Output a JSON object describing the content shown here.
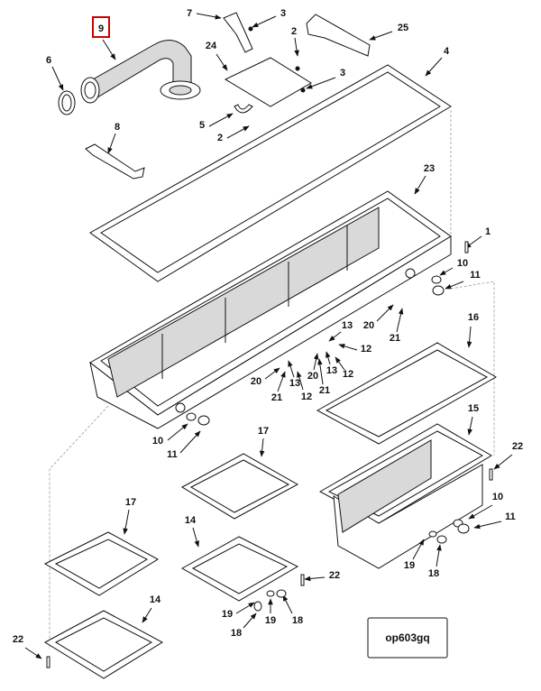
{
  "figure_code": "op603gq",
  "highlighted_callout": "9",
  "callouts": [
    "9",
    "6",
    "7",
    "3",
    "25",
    "2",
    "24",
    "3",
    "4",
    "5",
    "2",
    "8",
    "23",
    "1",
    "10",
    "11",
    "16",
    "13",
    "12",
    "20",
    "21",
    "13",
    "20",
    "12",
    "13",
    "21",
    "12",
    "20",
    "21",
    "12",
    "13",
    "10",
    "11",
    "17",
    "15",
    "22",
    "10",
    "11",
    "17",
    "14",
    "19",
    "18",
    "22",
    "14",
    "19",
    "19",
    "18",
    "22",
    "18"
  ],
  "colors": {
    "highlight": "#cc0000",
    "ink": "#111111"
  }
}
